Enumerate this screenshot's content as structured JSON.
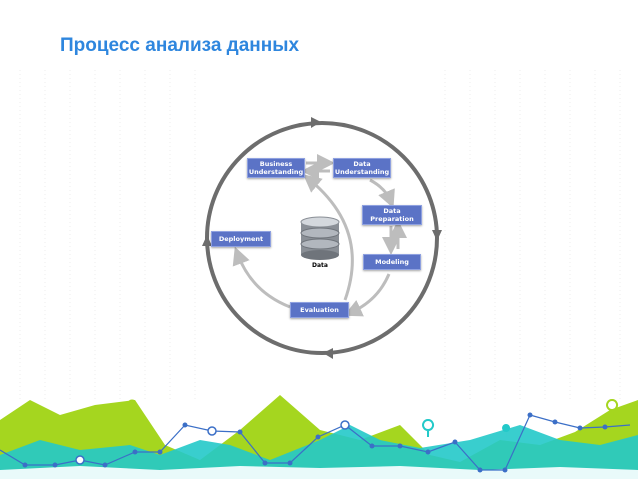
{
  "title": "Процесс анализа данных",
  "diagram": {
    "nodes": {
      "business_understanding": "Business\nUnderstanding",
      "data_understanding": "Data\nUnderstanding",
      "data_preparation": "Data\nPreparation",
      "modeling": "Modeling",
      "evaluation": "Evaluation",
      "deployment": "Deployment",
      "data": "Data"
    }
  },
  "colors": {
    "title": "#2e86de",
    "node_fill": "#5b73c6",
    "outer_cycle": "#6d6d6d",
    "inner_arrows": "#bdbdbd",
    "footer_green": "#a5d61f",
    "footer_teal": "#23c9c9",
    "footer_blue": "#3b6fc7"
  }
}
